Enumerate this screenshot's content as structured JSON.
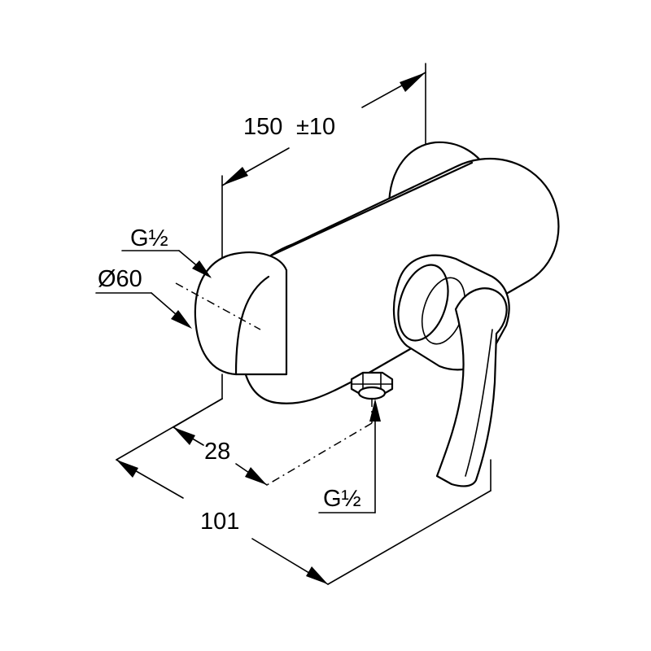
{
  "dimensions": {
    "width_label": "150",
    "tolerance_label": "±10",
    "inlet_thread_label": "G½",
    "diameter_label": "Ø60",
    "offset_label": "28",
    "depth_label": "101",
    "outlet_thread_label": "G½"
  },
  "colors": {
    "stroke": "#000000",
    "background": "#ffffff"
  }
}
